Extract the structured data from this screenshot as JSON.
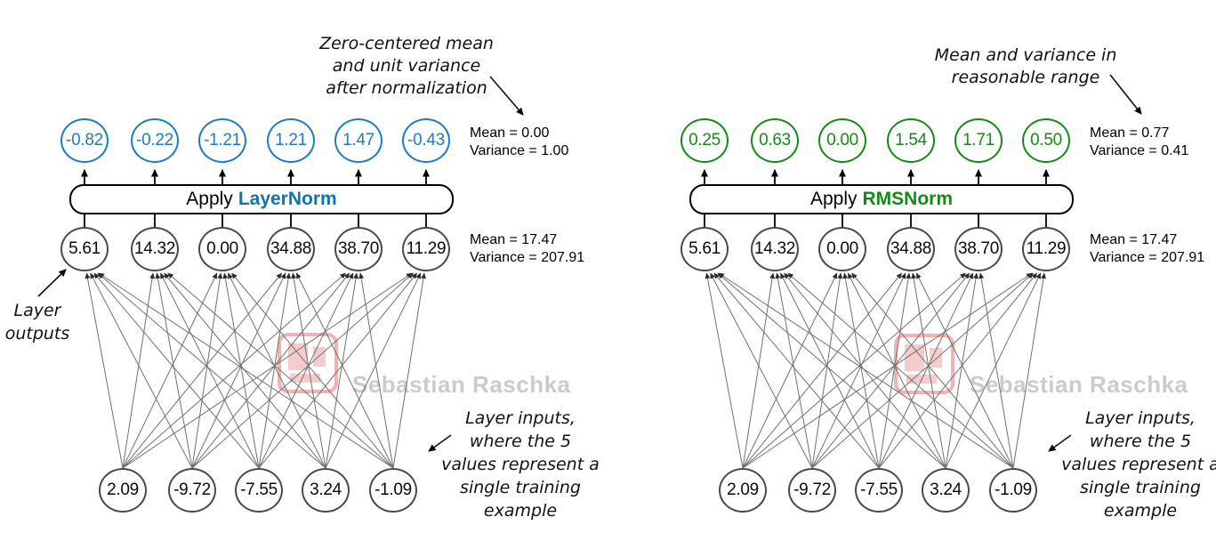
{
  "watermark": {
    "text": "Sebastian Raschka"
  },
  "colors": {
    "layernorm_accent": "#1b7ec2",
    "rmsnorm_accent": "#168a16",
    "node_gray": "#4a4a4a",
    "connection_line": "#707070",
    "arrow_black": "#000000",
    "stamp_red": "#f2a9a9",
    "watermark_gray": "#cbcbcb"
  },
  "diagrams": [
    {
      "id": "layernorm",
      "box": {
        "prefix": "Apply",
        "method": "LayerNorm"
      },
      "top_nodes": [
        "-0.82",
        "-0.22",
        "-1.21",
        "1.21",
        "1.47",
        "-0.43"
      ],
      "middle_nodes": [
        "5.61",
        "14.32",
        "0.00",
        "34.88",
        "38.70",
        "11.29"
      ],
      "bottom_nodes": [
        "2.09",
        "-9.72",
        "-7.55",
        "3.24",
        "-1.09"
      ],
      "top_stats": [
        "Mean = 0.00",
        "Variance = 1.00"
      ],
      "middle_stats": [
        "Mean = 17.47",
        "Variance = 207.91"
      ],
      "top_annotation": [
        "Zero-centered mean",
        "and unit variance",
        "after normalization"
      ],
      "outputs_annotation": [
        "Layer",
        "outputs"
      ],
      "inputs_annotation": [
        "Layer inputs,",
        "where the 5",
        "values represent a",
        "single training",
        "example"
      ]
    },
    {
      "id": "rmsnorm",
      "box": {
        "prefix": "Apply",
        "method": "RMSNorm"
      },
      "top_nodes": [
        "0.25",
        "0.63",
        "0.00",
        "1.54",
        "1.71",
        "0.50"
      ],
      "middle_nodes": [
        "5.61",
        "14.32",
        "0.00",
        "34.88",
        "38.70",
        "11.29"
      ],
      "bottom_nodes": [
        "2.09",
        "-9.72",
        "-7.55",
        "3.24",
        "-1.09"
      ],
      "top_stats": [
        "Mean = 0.77",
        "Variance = 0.41"
      ],
      "middle_stats": [
        "Mean = 17.47",
        "Variance = 207.91"
      ],
      "top_annotation": [
        "Mean and variance in",
        "reasonable range"
      ],
      "inputs_annotation": [
        "Layer inputs,",
        "where the 5",
        "values represent a",
        "single training",
        "example"
      ]
    }
  ]
}
